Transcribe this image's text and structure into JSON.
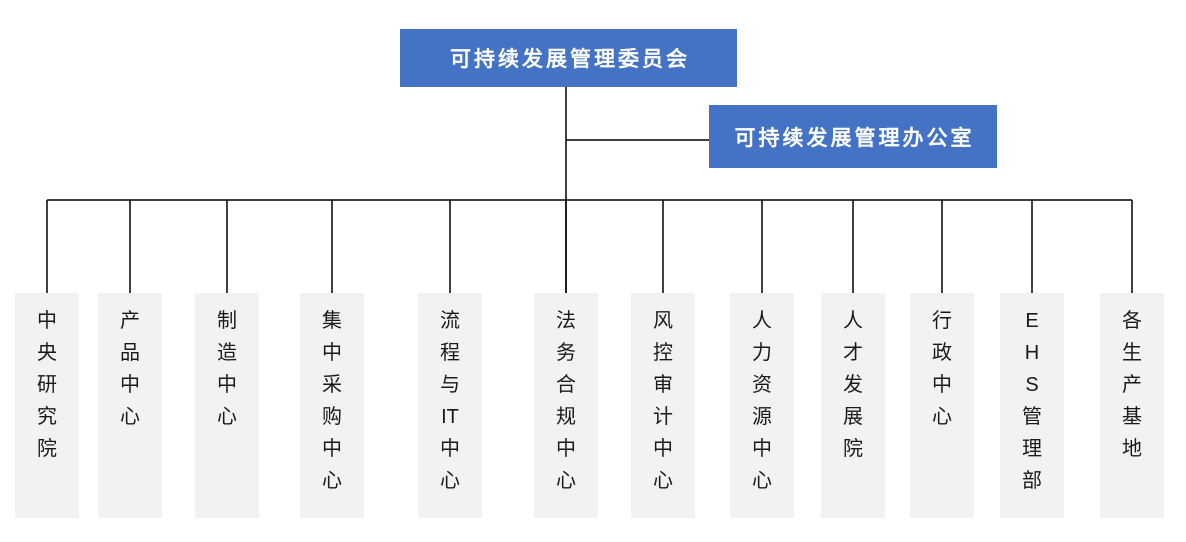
{
  "org": {
    "committee": {
      "label": "可持续发展管理委员会"
    },
    "office": {
      "label": "可持续发展管理办公室"
    },
    "units": [
      {
        "label": "中央研究院",
        "lines": [
          "中",
          "央",
          "研",
          "究",
          "院"
        ]
      },
      {
        "label": "产品中心",
        "lines": [
          "产",
          "品",
          "中",
          "心"
        ]
      },
      {
        "label": "制造中心",
        "lines": [
          "制",
          "造",
          "中",
          "心"
        ]
      },
      {
        "label": "集中采购中心",
        "lines": [
          "集",
          "中",
          "采",
          "购",
          "中",
          "心"
        ]
      },
      {
        "label": "流程与IT中心",
        "lines": [
          "流",
          "程",
          "与",
          "IT",
          "中",
          "心"
        ]
      },
      {
        "label": "法务合规中心",
        "lines": [
          "法",
          "务",
          "合",
          "规",
          "中",
          "心"
        ]
      },
      {
        "label": "风控审计中心",
        "lines": [
          "风",
          "控",
          "审",
          "计",
          "中",
          "心"
        ]
      },
      {
        "label": "人力资源中心",
        "lines": [
          "人",
          "力",
          "资",
          "源",
          "中",
          "心"
        ]
      },
      {
        "label": "人才发展院",
        "lines": [
          "人",
          "才",
          "发",
          "展",
          "院"
        ]
      },
      {
        "label": "行政中心",
        "lines": [
          "行",
          "政",
          "中",
          "心"
        ]
      },
      {
        "label": "EHS管理部",
        "lines": [
          "E",
          "H",
          "S",
          "管",
          "理",
          "部"
        ]
      },
      {
        "label": "各生产基地",
        "lines": [
          "各",
          "生",
          "产",
          "基",
          "地"
        ]
      }
    ]
  },
  "colors": {
    "node_blue": "#4472C4",
    "node_gray": "#F2F2F2",
    "connector": "#000000",
    "text_on_blue": "#FFFFFF",
    "text_on_gray": "#1A1A1A"
  }
}
